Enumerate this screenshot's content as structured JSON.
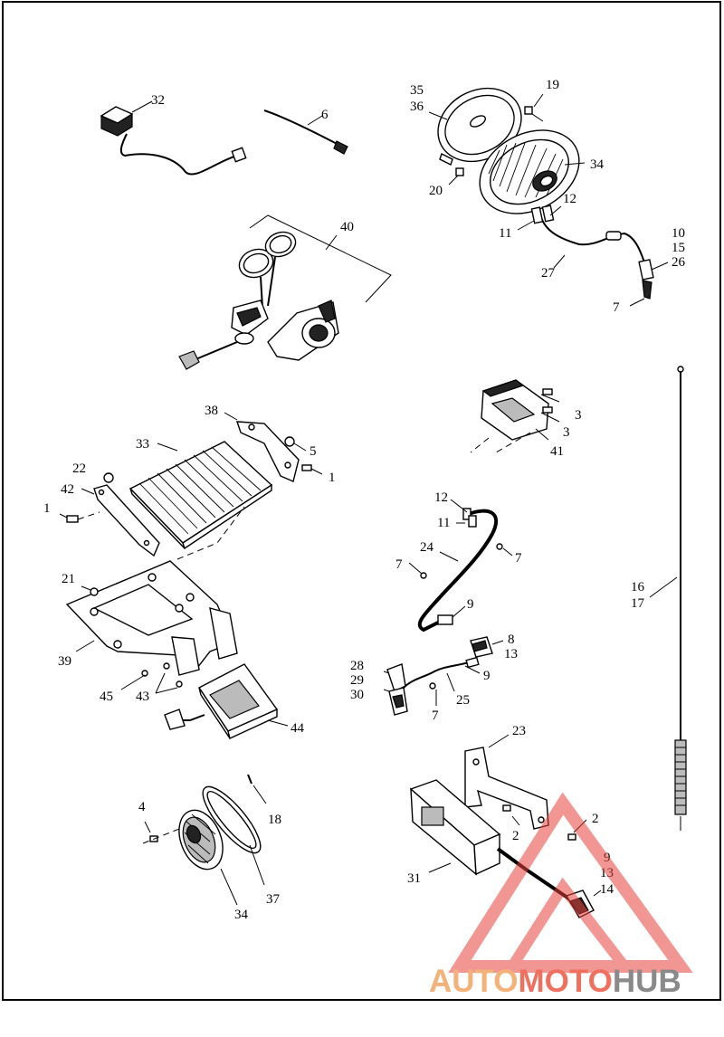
{
  "callouts": [
    {
      "id": "c32",
      "text": "32"
    },
    {
      "id": "c6",
      "text": "6"
    },
    {
      "id": "c35",
      "text": "35"
    },
    {
      "id": "c36",
      "text": "36"
    },
    {
      "id": "c19",
      "text": "19"
    },
    {
      "id": "c34a",
      "text": "34"
    },
    {
      "id": "c20",
      "text": "20"
    },
    {
      "id": "c12a",
      "text": "12"
    },
    {
      "id": "c11a",
      "text": "11"
    },
    {
      "id": "c10",
      "text": "10"
    },
    {
      "id": "c15",
      "text": "15"
    },
    {
      "id": "c26",
      "text": "26"
    },
    {
      "id": "c27",
      "text": "27"
    },
    {
      "id": "c7a",
      "text": "7"
    },
    {
      "id": "c40",
      "text": "40"
    },
    {
      "id": "c3a",
      "text": "3"
    },
    {
      "id": "c3b",
      "text": "3"
    },
    {
      "id": "c41",
      "text": "41"
    },
    {
      "id": "c38",
      "text": "38"
    },
    {
      "id": "c33",
      "text": "33"
    },
    {
      "id": "c5",
      "text": "5"
    },
    {
      "id": "c22",
      "text": "22"
    },
    {
      "id": "c1a",
      "text": "1"
    },
    {
      "id": "c42",
      "text": "42"
    },
    {
      "id": "c1b",
      "text": "1"
    },
    {
      "id": "c12b",
      "text": "12"
    },
    {
      "id": "c11b",
      "text": "11"
    },
    {
      "id": "c24",
      "text": "24"
    },
    {
      "id": "c7b",
      "text": "7"
    },
    {
      "id": "c7c",
      "text": "7"
    },
    {
      "id": "c9a",
      "text": "9"
    },
    {
      "id": "c16",
      "text": "16"
    },
    {
      "id": "c17",
      "text": "17"
    },
    {
      "id": "c21",
      "text": "21"
    },
    {
      "id": "c39",
      "text": "39"
    },
    {
      "id": "c8",
      "text": "8"
    },
    {
      "id": "c13a",
      "text": "13"
    },
    {
      "id": "c28",
      "text": "28"
    },
    {
      "id": "c29",
      "text": "29"
    },
    {
      "id": "c30",
      "text": "30"
    },
    {
      "id": "c9b",
      "text": "9"
    },
    {
      "id": "c25",
      "text": "25"
    },
    {
      "id": "c7d",
      "text": "7"
    },
    {
      "id": "c45",
      "text": "45"
    },
    {
      "id": "c43",
      "text": "43"
    },
    {
      "id": "c44",
      "text": "44"
    },
    {
      "id": "c23",
      "text": "23"
    },
    {
      "id": "c4",
      "text": "4"
    },
    {
      "id": "c18",
      "text": "18"
    },
    {
      "id": "c2a",
      "text": "2"
    },
    {
      "id": "c2b",
      "text": "2"
    },
    {
      "id": "c9c",
      "text": "9"
    },
    {
      "id": "c13b",
      "text": "13"
    },
    {
      "id": "c14",
      "text": "14"
    },
    {
      "id": "c31",
      "text": "31"
    },
    {
      "id": "c34b",
      "text": "34"
    },
    {
      "id": "c37",
      "text": "37"
    }
  ],
  "watermark": {
    "part1": "AUTO",
    "part2": "MOTO",
    "part3": "HUB",
    "colors": {
      "auto": "#f3b27a",
      "moto": "#f07060",
      "hub": "#8a8a8a",
      "triangle": "#e8413c"
    }
  }
}
